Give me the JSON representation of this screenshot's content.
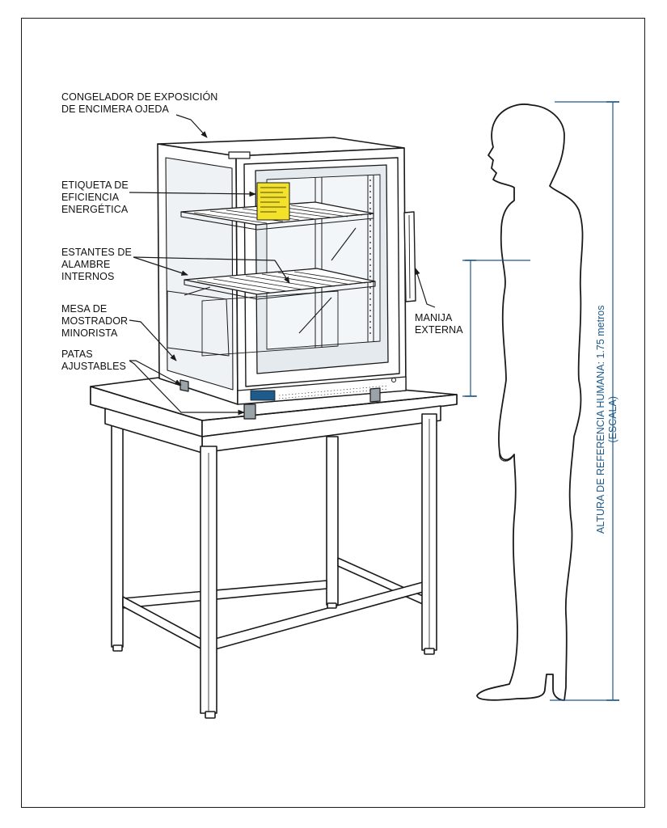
{
  "labels": {
    "freezer": [
      "CONGELADOR DE EXPOSICIÓN",
      "DE ENCIMERA OJEDA"
    ],
    "energy_label": [
      "ETIQUETA DE",
      "EFICIENCIA",
      "ENERGÉTICA"
    ],
    "shelves": [
      "ESTANTES DE",
      "ALAMBRE",
      "INTERNOS"
    ],
    "table": [
      "MESA DE",
      "MOSTRADOR",
      "MINORISTA"
    ],
    "feet": [
      "PATAS",
      "AJUSTABLES"
    ],
    "handle": [
      "MANIJA",
      "EXTERNA"
    ]
  },
  "reference": {
    "line1": "ALTURA DE REFERENCIA HUMANA: 1.75 metros",
    "line2": "(ESCALA)"
  },
  "colors": {
    "line": "#1a1a1a",
    "dimension": "#1e5a8a",
    "label_yellow": "#f4e22a",
    "glass": "#dfe6ea",
    "frame": "#ffffff"
  }
}
